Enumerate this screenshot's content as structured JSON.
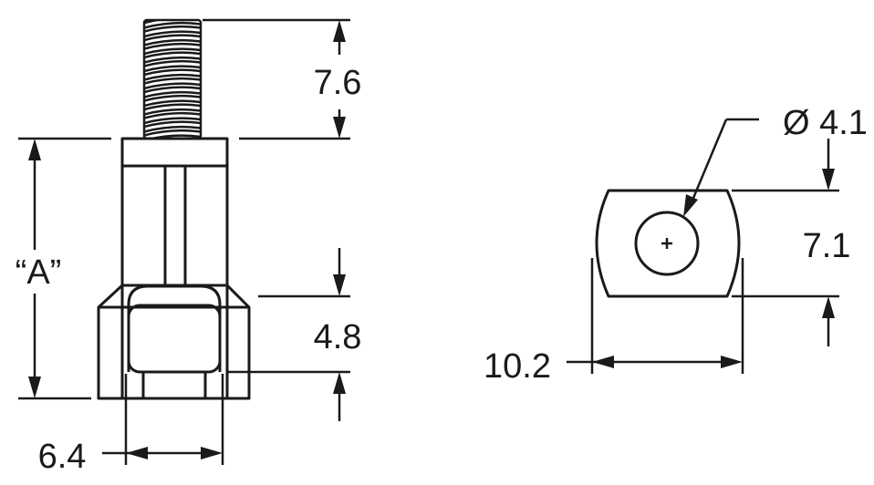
{
  "dimensions": {
    "thread_length": "7.6",
    "overall_length": "“A”",
    "head_height": "4.8",
    "head_width": "6.4",
    "hole_diameter": "Ø 4.1",
    "flat_width": "7.1",
    "body_width": "10.2"
  },
  "colors": {
    "line": "#1a1a1a",
    "background": "#ffffff"
  }
}
